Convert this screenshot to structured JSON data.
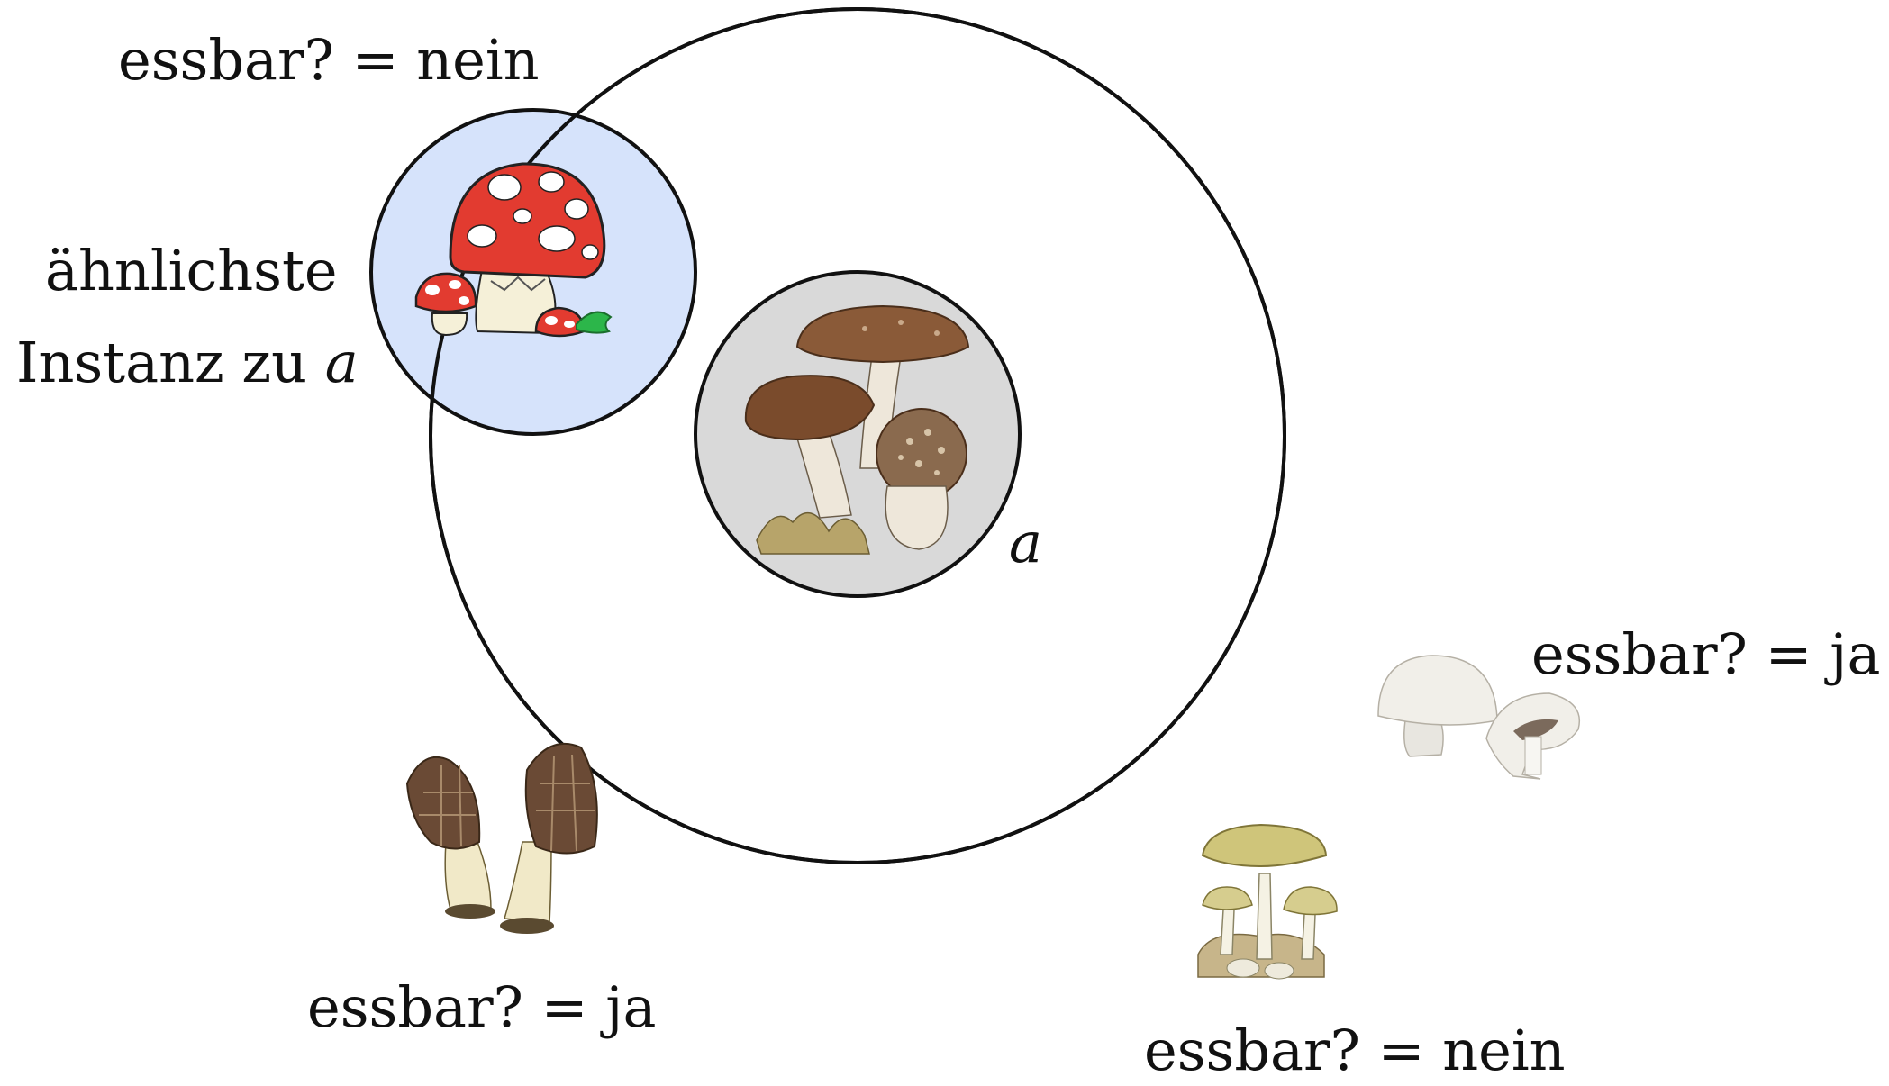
{
  "labels": {
    "top_left": "essbar? = nein",
    "nearest_line1": "ähnlichste",
    "nearest_line2_text": "Instanz zu ",
    "nearest_line2_var": "a",
    "center_var": "a",
    "right_top": "essbar? = ja",
    "bottom_left": "essbar? = ja",
    "bottom_right": "essbar? = nein"
  },
  "colors": {
    "outline": "#111111",
    "nearest_fill": "#d6e3fb",
    "query_fill": "#d9d9d9",
    "amanita_cap": "#e23b30",
    "amanita_spots": "#ffffff",
    "amanita_stem": "#f5f0d8",
    "leaf": "#2cb64a",
    "blusher_cap": "#7a4b2c",
    "morel_cap": "#6a4a35",
    "champignon": "#f1efe9",
    "deathcap_cap": "#cfc57a"
  },
  "icons": {
    "nearest_instance": "fly-agaric-mushroom-icon",
    "query_instance": "blusher-mushroom-icon",
    "bottom_left": "morel-mushroom-icon",
    "right_top": "button-mushroom-icon",
    "bottom_right": "death-cap-mushroom-icon"
  }
}
